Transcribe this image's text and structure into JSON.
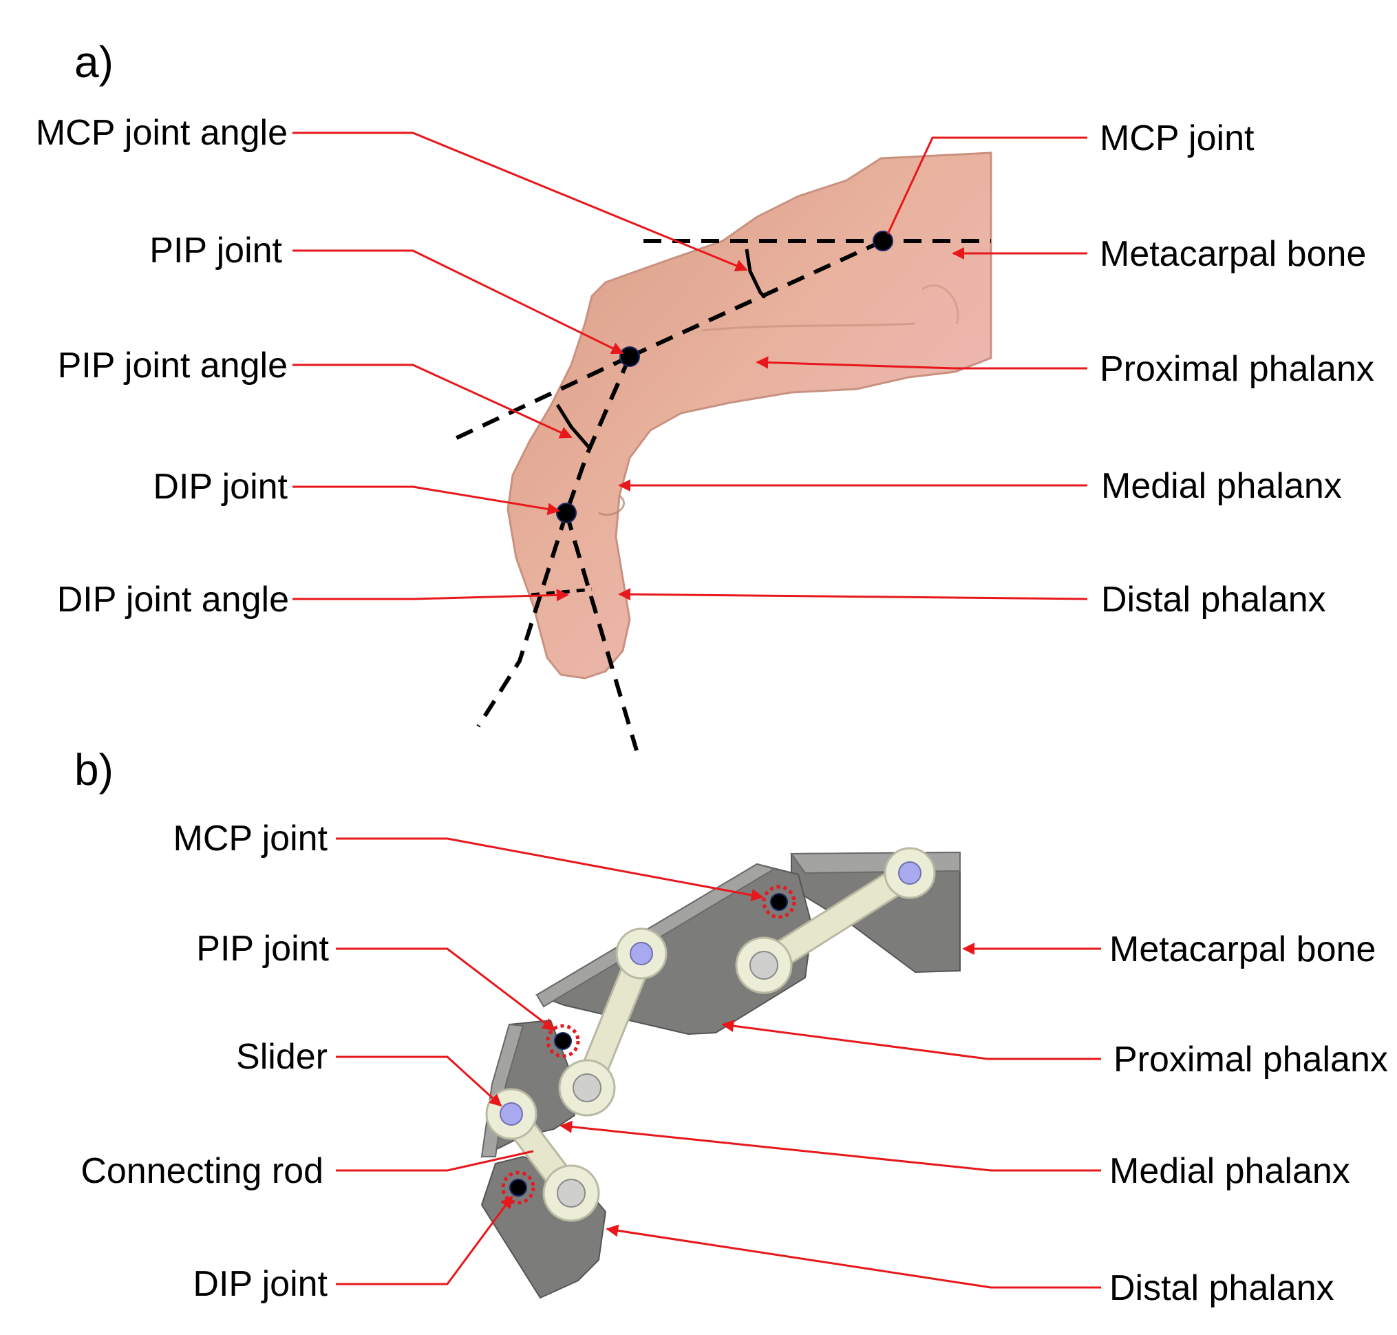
{
  "panel_a": {
    "tag": "a)",
    "labels": {
      "mcp_angle": "MCP joint angle",
      "pip_joint": "PIP joint",
      "pip_angle": "PIP joint angle",
      "dip_joint": "DIP joint",
      "dip_angle": "DIP joint angle",
      "mcp_joint": "MCP joint",
      "metacarpal": "Metacarpal bone",
      "proximal": "Proximal phalanx",
      "medial": "Medial phalanx",
      "distal": "Distal phalanx"
    }
  },
  "panel_b": {
    "tag": "b)",
    "labels": {
      "mcp_joint": "MCP joint",
      "pip_joint": "PIP joint",
      "slider": "Slider",
      "connecting_rod": "Connecting rod",
      "dip_joint": "DIP joint",
      "metacarpal": "Metacarpal bone",
      "proximal": "Proximal phalanx",
      "medial": "Medial phalanx",
      "distal": "Distal phalanx"
    }
  },
  "colors": {
    "leader_line": "#e8171b",
    "skin": "#e3aa95",
    "mechanism_grey": "#7c7c7a",
    "connecting_rod": "#e5e6cc",
    "slider_pin": "#a9a9f0"
  }
}
